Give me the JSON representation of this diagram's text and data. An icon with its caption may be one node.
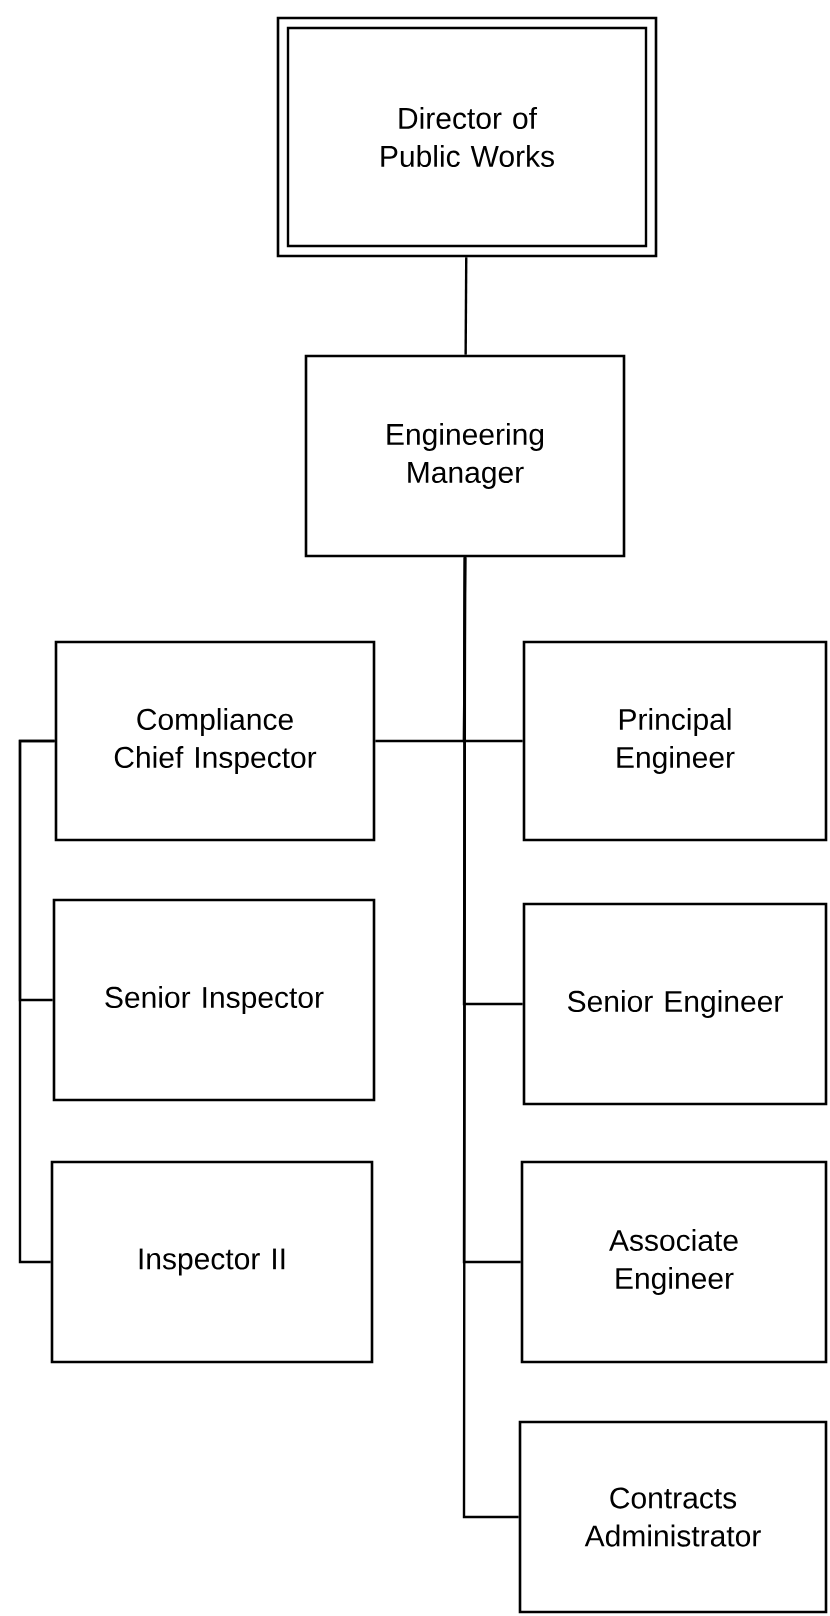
{
  "diagram": {
    "nodes": [
      {
        "text": [
          "Director of Public Works"
        ]
      },
      {
        "text": [
          "Engineering Manager"
        ]
      },
      {
        "text": [
          "Compliance Chief Inspector"
        ]
      },
      {
        "text": [
          "Principal Engineer"
        ]
      },
      {
        "text": [
          "Senior Engineer"
        ]
      },
      {
        "text": [
          "Associate Engineer"
        ]
      },
      {
        "text": [
          "Contracts Administrator"
        ]
      },
      {
        "text": [
          "Senior Inspector"
        ]
      },
      {
        "text": [
          "Inspector II"
        ]
      }
    ],
    "edges": [
      {
        "from": 0,
        "to": 1,
        "arrow": "none"
      },
      {
        "from": 1,
        "to": 2,
        "arrow": "none"
      },
      {
        "from": 1,
        "to": 3,
        "arrow": "none"
      },
      {
        "from": 1,
        "to": 4,
        "arrow": "none"
      },
      {
        "from": 1,
        "to": 5,
        "arrow": "none"
      },
      {
        "from": 1,
        "to": 6,
        "arrow": "none"
      },
      {
        "from": 2,
        "to": 7,
        "arrow": "none"
      },
      {
        "from": 2,
        "to": 8,
        "arrow": "none"
      }
    ]
  }
}
